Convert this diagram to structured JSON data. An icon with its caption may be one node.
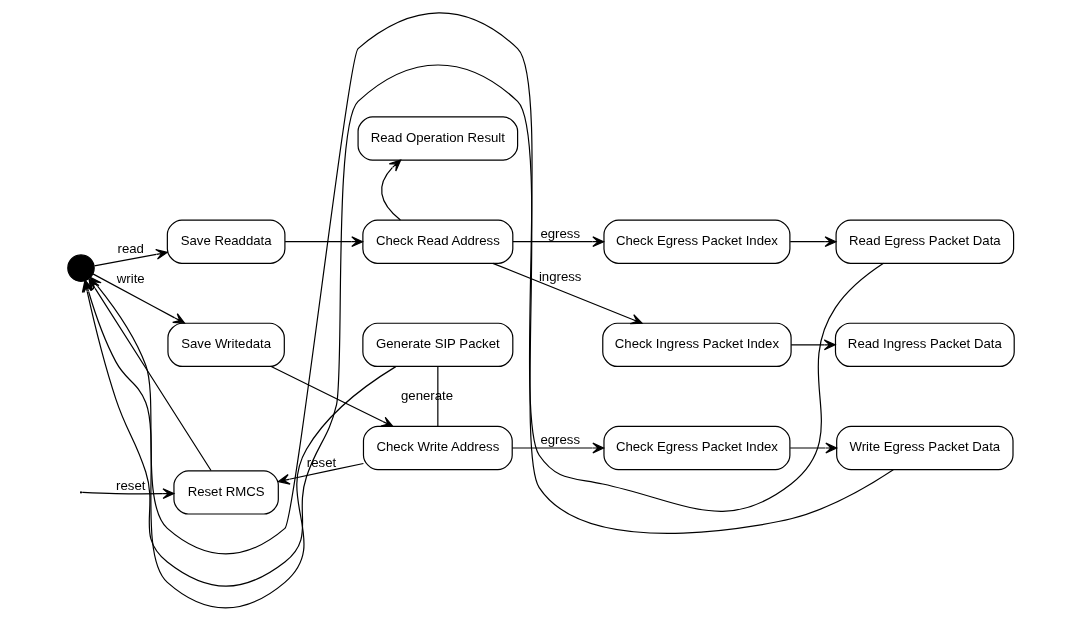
{
  "diagram": {
    "nodes": [
      {
        "text": [],
        "shape": "circle"
      },
      {
        "text": [
          "Read Operation Result"
        ]
      },
      {
        "text": [
          "Save Readdata"
        ]
      },
      {
        "text": [
          "Check Read Address"
        ]
      },
      {
        "text": [
          "Check Egress Packet Index"
        ]
      },
      {
        "text": [
          "Read Egress Packet Data"
        ]
      },
      {
        "text": [
          "Generate SIP Packet"
        ]
      },
      {
        "text": [
          "Check Ingress Packet Index"
        ]
      },
      {
        "text": [
          "Read Ingress Packet Data"
        ]
      },
      {
        "text": [
          "Save Writedata"
        ]
      },
      {
        "text": [
          "Check Write Address"
        ]
      },
      {
        "text": [
          "Check Egress Packet Index"
        ]
      },
      {
        "text": [
          "Write Egress Packet Data"
        ]
      },
      {
        "text": [
          "Reset RMCS"
        ]
      }
    ],
    "edges": [
      {
        "from": 0,
        "to": 2,
        "arrow": "to",
        "label": "read"
      },
      {
        "from": 2,
        "to": 3,
        "arrow": "to"
      },
      {
        "from": 3,
        "to": 1,
        "arrow": "to"
      },
      {
        "from": 3,
        "to": 4,
        "arrow": "to",
        "label": "egress"
      },
      {
        "from": 3,
        "to": 7,
        "arrow": "to",
        "label": "ingress"
      },
      {
        "from": 4,
        "to": 5,
        "arrow": "to"
      },
      {
        "from": 7,
        "to": 8,
        "arrow": "to"
      },
      {
        "from": 5,
        "to": 0,
        "arrow": "to"
      },
      {
        "from": 6,
        "to": 0,
        "arrow": "to"
      },
      {
        "from": 0,
        "to": 9,
        "arrow": "to",
        "label": "write"
      },
      {
        "from": 9,
        "to": 10,
        "arrow": "to"
      },
      {
        "from": 10,
        "to": 6,
        "arrow": "none",
        "label": "generate"
      },
      {
        "from": 10,
        "to": 11,
        "arrow": "to",
        "label": "egress"
      },
      {
        "from": 11,
        "to": 12,
        "arrow": "to"
      },
      {
        "from": 12,
        "to": 0,
        "arrow": "to"
      },
      {
        "from": 10,
        "to": 13,
        "arrow": "to",
        "label": "reset"
      },
      {
        "from": 13,
        "to": 0,
        "arrow": "to"
      },
      {
        "from": null,
        "to": 13,
        "arrow": "to",
        "label": "reset"
      }
    ]
  }
}
